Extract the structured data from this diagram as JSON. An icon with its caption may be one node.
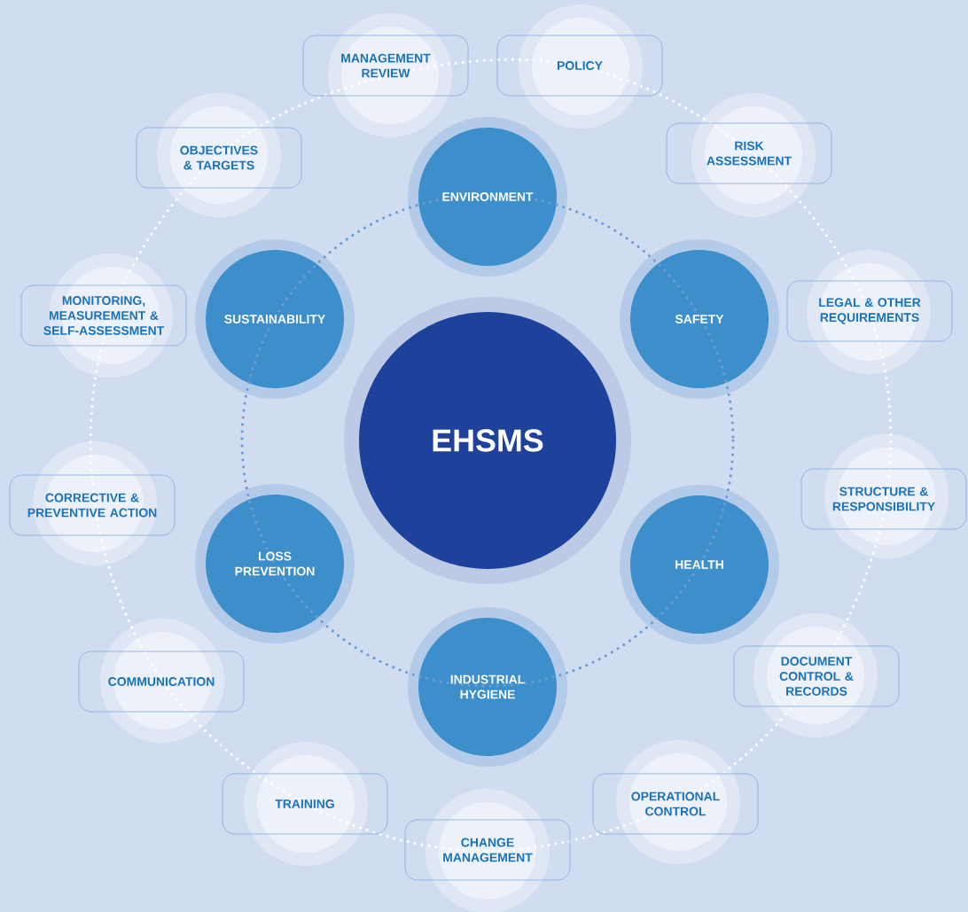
{
  "diagram": {
    "nodes": [
      {
        "text": [
          "EHSMS"
        ]
      },
      {
        "text": [
          "ENVIRONMENT"
        ]
      },
      {
        "text": [
          "SAFETY"
        ]
      },
      {
        "text": [
          "HEALTH"
        ]
      },
      {
        "text": [
          "INDUSTRIAL HYGIENE"
        ]
      },
      {
        "text": [
          "LOSS PREVENTION"
        ]
      },
      {
        "text": [
          "SUSTAINABILITY"
        ]
      },
      {
        "text": [
          "MANAGEMENT REVIEW"
        ]
      },
      {
        "text": [
          "POLICY"
        ]
      },
      {
        "text": [
          "RISK ASSESSMENT"
        ]
      },
      {
        "text": [
          "LEGAL & OTHER REQUIREMENTS"
        ]
      },
      {
        "text": [
          "STRUCTURE & RESPONSIBILITY"
        ]
      },
      {
        "text": [
          "DOCUMENT CONTROL & RECORDS"
        ]
      },
      {
        "text": [
          "OPERATIONAL CONTROL"
        ]
      },
      {
        "text": [
          "CHANGE MANAGEMENT"
        ]
      },
      {
        "text": [
          "TRAINING"
        ]
      },
      {
        "text": [
          "COMMUNICATION"
        ]
      },
      {
        "text": [
          "CORRECTIVE & PREVENTIVE ACTION"
        ]
      },
      {
        "text": [
          "MONITORING, MEASUREMENT & SELF-ASSESSMENT"
        ]
      },
      {
        "text": [
          "OBJECTIVES & TARGETS"
        ]
      }
    ]
  }
}
